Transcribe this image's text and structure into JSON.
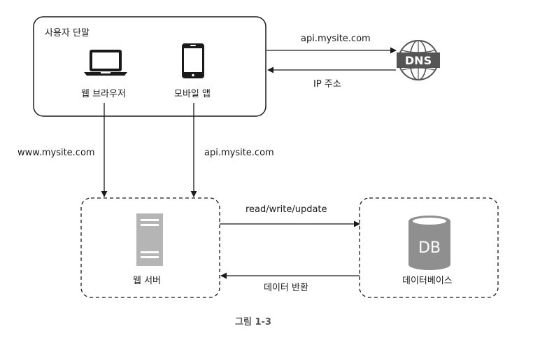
{
  "user_terminal": {
    "title": "사용자 단말",
    "web_browser_label": "웹 브라우저",
    "mobile_app_label": "모바일 앱"
  },
  "dns": {
    "icon_text": "DNS",
    "request_label": "api.mysite.com",
    "response_label": "IP 주소"
  },
  "connections": {
    "browser_to_server_label": "www.mysite.com",
    "app_to_server_label": "api.mysite.com",
    "server_to_db_label": "read/write/update",
    "db_to_server_label": "데이터 반환"
  },
  "web_server": {
    "label": "웹 서버"
  },
  "database": {
    "icon_text": "DB",
    "label": "데이터베이스"
  },
  "caption": "그림 1-3",
  "colors": {
    "line": "#1a1a1a",
    "icon_gray": "#9e9e9e",
    "db_gray": "#8f8f8f",
    "dns_dark": "#555555"
  }
}
